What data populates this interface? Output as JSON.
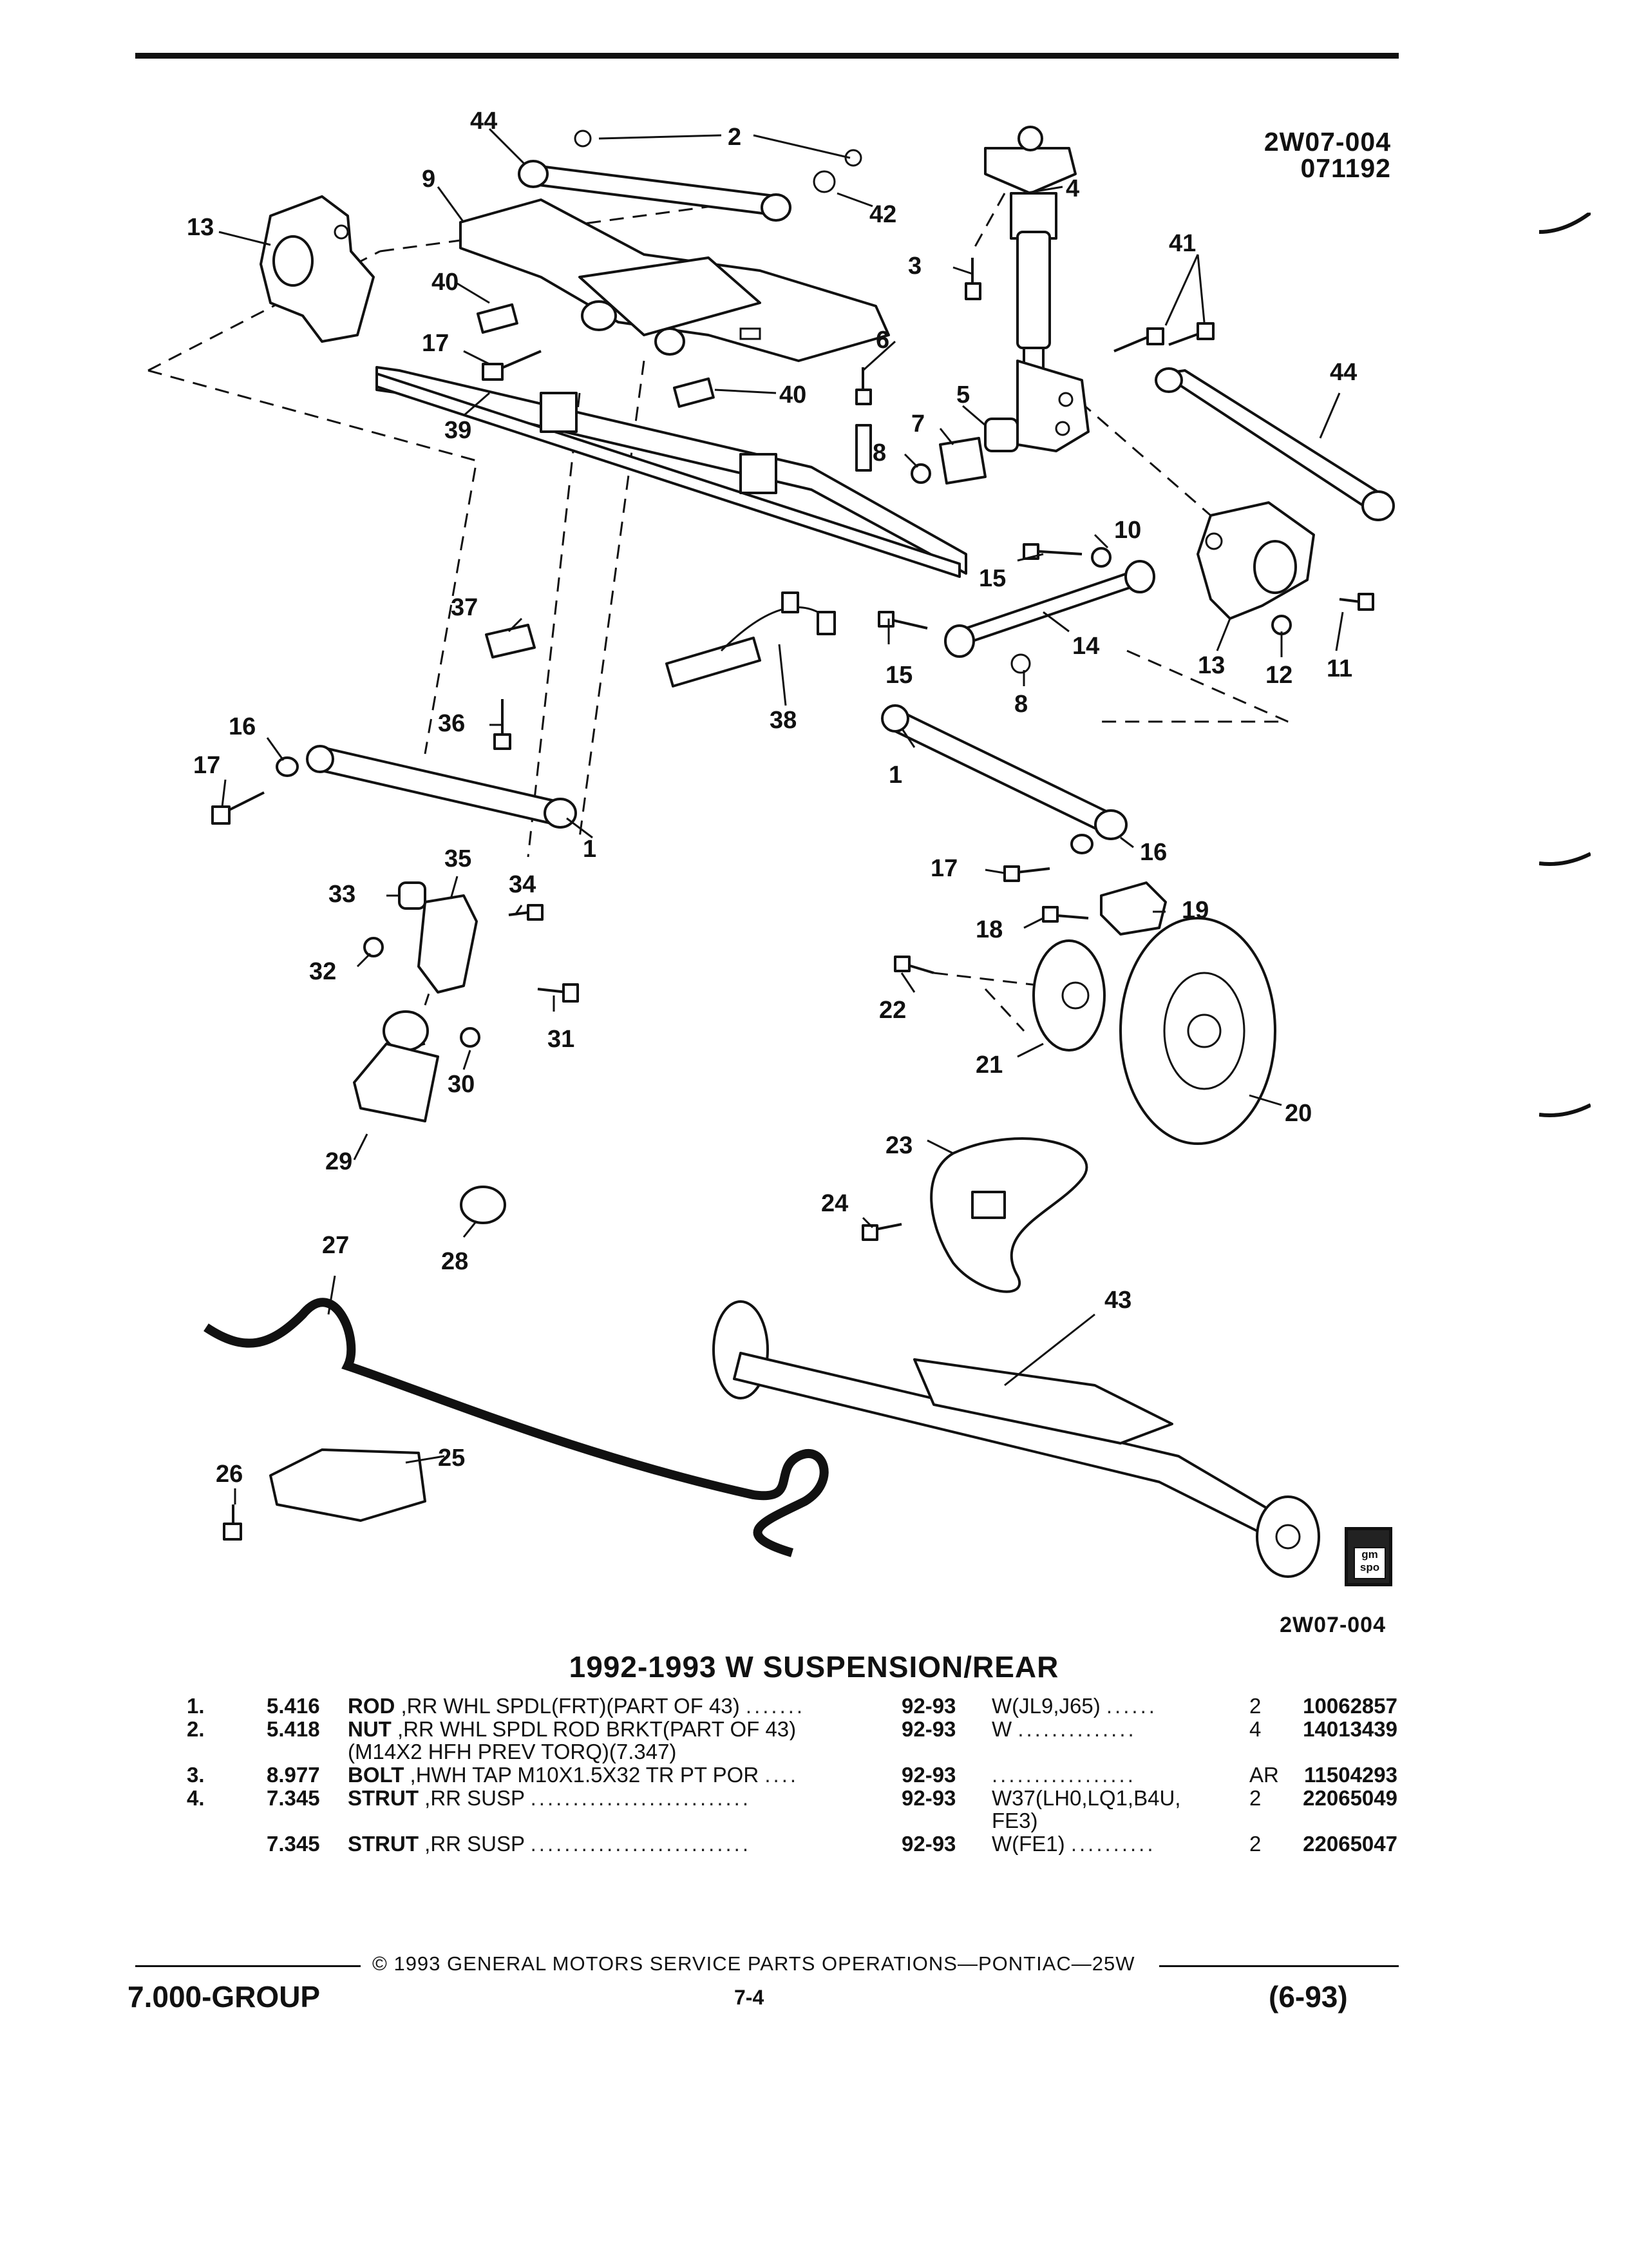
{
  "figure": {
    "code_top": "2W07-004",
    "date_code": "071192",
    "code_bottom": "2W07-004",
    "callouts": {
      "c44a": "44",
      "c2": "2",
      "c9": "9",
      "c42": "42",
      "c13a": "13",
      "c4": "4",
      "c3": "3",
      "c41": "41",
      "c40a": "40",
      "c17a": "17",
      "c6": "6",
      "c40b": "40",
      "c44b": "44",
      "c39": "39",
      "c5": "5",
      "c7": "7",
      "c8a": "8",
      "c10": "10",
      "c15a": "15",
      "c37": "37",
      "c14": "14",
      "c15b": "15",
      "c13b": "13",
      "c12": "12",
      "c11": "11",
      "c8b": "8",
      "c38": "38",
      "c16a": "16",
      "c36": "36",
      "c17b": "17",
      "c1a": "1",
      "c1b": "1",
      "c35": "35",
      "c33": "33",
      "c34": "34",
      "c16b": "16",
      "c17c": "17",
      "c19": "19",
      "c18": "18",
      "c32": "32",
      "c31": "31",
      "c22": "22",
      "c21": "21",
      "c20": "20",
      "c30": "30",
      "c29": "29",
      "c23": "23",
      "c24": "24",
      "c27": "27",
      "c28": "28",
      "c43": "43",
      "c26": "26",
      "c25": "25"
    },
    "logo_text": "gm spo"
  },
  "section_title": "1992-1993 W SUSPENSION/REAR",
  "parts": [
    {
      "num": "1.",
      "group": "5.416",
      "name": "ROD",
      "desc": " ,RR WHL SPDL(FRT)(PART OF 43)",
      "dots1": ".......",
      "years": "92-93",
      "app": "W(JL9,J65)",
      "dots2": "......",
      "qty": "2",
      "pn": "10062857",
      "extra_desc": "",
      "extra_app": ""
    },
    {
      "num": "2.",
      "group": "5.418",
      "name": "NUT",
      "desc": " ,RR WHL SPDL ROD BRKT(PART OF 43)",
      "dots1": "",
      "years": "92-93",
      "app": "W",
      "dots2": "..............",
      "qty": "4",
      "pn": "14013439",
      "extra_desc": "(M14X2 HFH PREV TORQ)(7.347)",
      "extra_app": ""
    },
    {
      "num": "3.",
      "group": "8.977",
      "name": "BOLT",
      "desc": " ,HWH TAP M10X1.5X32 TR PT POR",
      "dots1": "....",
      "years": "92-93",
      "app": "",
      "dots2": ".................",
      "qty": "AR",
      "pn": "11504293",
      "extra_desc": "",
      "extra_app": ""
    },
    {
      "num": "4.",
      "group": "7.345",
      "name": "STRUT",
      "desc": " ,RR SUSP",
      "dots1": "..........................",
      "years": "92-93",
      "app": "W37(LH0,LQ1,B4U,",
      "dots2": "",
      "qty": "2",
      "pn": "22065049",
      "extra_desc": "",
      "extra_app": "FE3)"
    },
    {
      "num": "",
      "group": "7.345",
      "name": "STRUT",
      "desc": " ,RR SUSP",
      "dots1": "..........................",
      "years": "92-93",
      "app": "W(FE1)",
      "dots2": "..........",
      "qty": "2",
      "pn": "22065047",
      "extra_desc": "",
      "extra_app": ""
    }
  ],
  "footer": {
    "copyright": "© 1993 GENERAL MOTORS SERVICE PARTS OPERATIONS—PONTIAC—25W",
    "group": "7.000-GROUP",
    "page": "7-4",
    "date": "(6-93)"
  }
}
